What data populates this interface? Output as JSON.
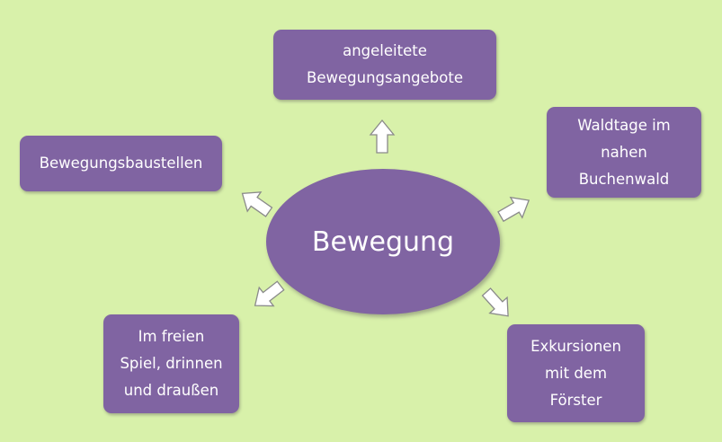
{
  "diagram": {
    "center": {
      "label": "Bewegung"
    },
    "nodes": [
      {
        "id": "top",
        "lines": [
          "angeleitete",
          "Bewegungsangebote"
        ]
      },
      {
        "id": "right",
        "lines": [
          "Waldtage im",
          "nahen",
          "Buchenwald"
        ]
      },
      {
        "id": "left",
        "lines": [
          "Bewegungsbaustellen"
        ]
      },
      {
        "id": "bottom-left",
        "lines": [
          "Im freien",
          "Spiel, drinnen",
          "und draußen"
        ]
      },
      {
        "id": "bottom-right",
        "lines": [
          "Exkursionen",
          "mit dem",
          "Förster"
        ]
      }
    ]
  },
  "colors": {
    "background": "#d8f1aa",
    "node_fill": "#8064a2",
    "text": "#ffffff",
    "arrow_fill": "#ffffff",
    "arrow_stroke": "#8a8a8a"
  }
}
